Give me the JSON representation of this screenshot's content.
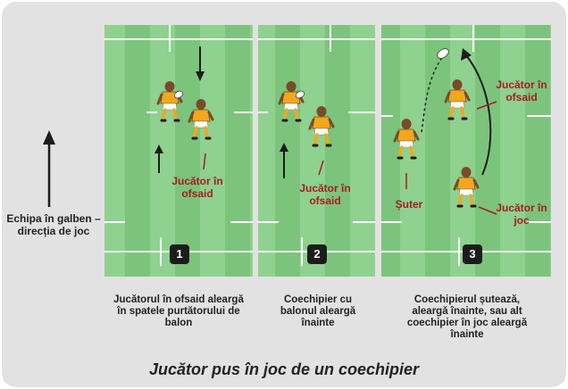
{
  "colors": {
    "background": "#e2e2e2",
    "pitch_light": "#8fd18f",
    "pitch_dark": "#7cc47c",
    "jersey": "#f2a81d",
    "label_red": "#a51c24",
    "badge": "#1c1c1c"
  },
  "side": {
    "direction_label": "Echipa în galben – direcția de joc"
  },
  "panels": [
    {
      "number": "1",
      "labels": [
        "Jucător în ofsaid"
      ],
      "caption": "Jucătorul în ofsaid aleargă în spatele purtătorului de balon"
    },
    {
      "number": "2",
      "labels": [
        "Jucător în ofsaid"
      ],
      "caption": "Coechipier cu balonul aleargă înainte"
    },
    {
      "number": "3",
      "labels": [
        "Jucător în ofsaid",
        "Șuter",
        "Jucător în joc"
      ],
      "caption": "Coechipierul șutează, aleargă înainte, sau alt coechipier în joc aleargă înainte"
    }
  ],
  "title": "Jucător pus în joc de un coechipier",
  "icons": [
    "arrow-up-icon",
    "rugby-ball-icon",
    "player-icon"
  ]
}
